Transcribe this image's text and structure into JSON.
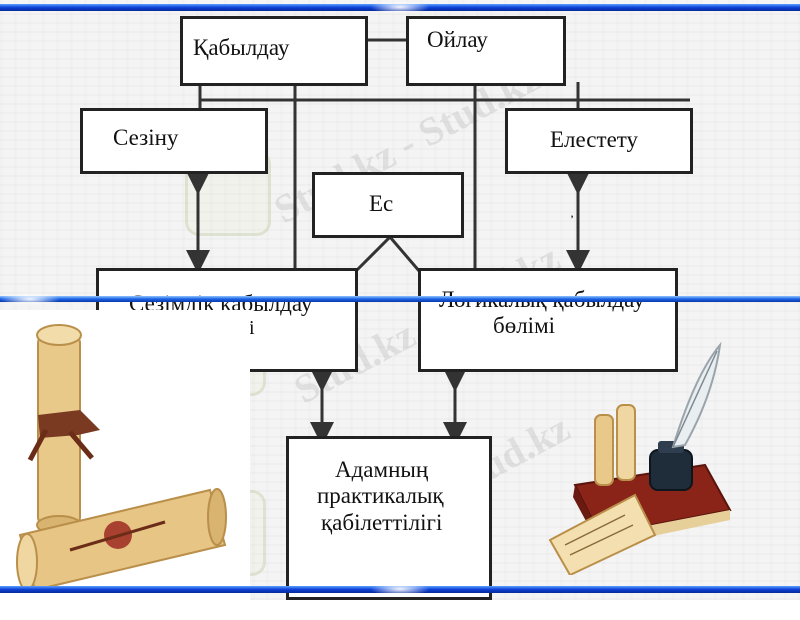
{
  "boxes": {
    "perception": "Қабылдау",
    "thinking": "Ойлау",
    "sensation": "Сезіну",
    "imagination": "Елестету",
    "memory": "Ес",
    "sensory_perception_line1": "Сезімдік қабылдау",
    "sensory_perception_line2": "і",
    "logical_perception_line1": "Логикалық қабылдау",
    "logical_perception_line2": "бөлімі",
    "practical_line1": "Адамның",
    "practical_line2": "практикалық",
    "practical_line3": "қабілеттілігі"
  },
  "watermark": "Stud.kz - Stud.kz",
  "colors": {
    "frame_blue": "#0b3fd6",
    "box_border": "#222222",
    "parchment": "#e8c98a",
    "seal_red": "#a8412f"
  },
  "icons": [
    "scroll-icon",
    "seal-icon",
    "quill-icon",
    "inkwell-icon",
    "book-icon"
  ]
}
